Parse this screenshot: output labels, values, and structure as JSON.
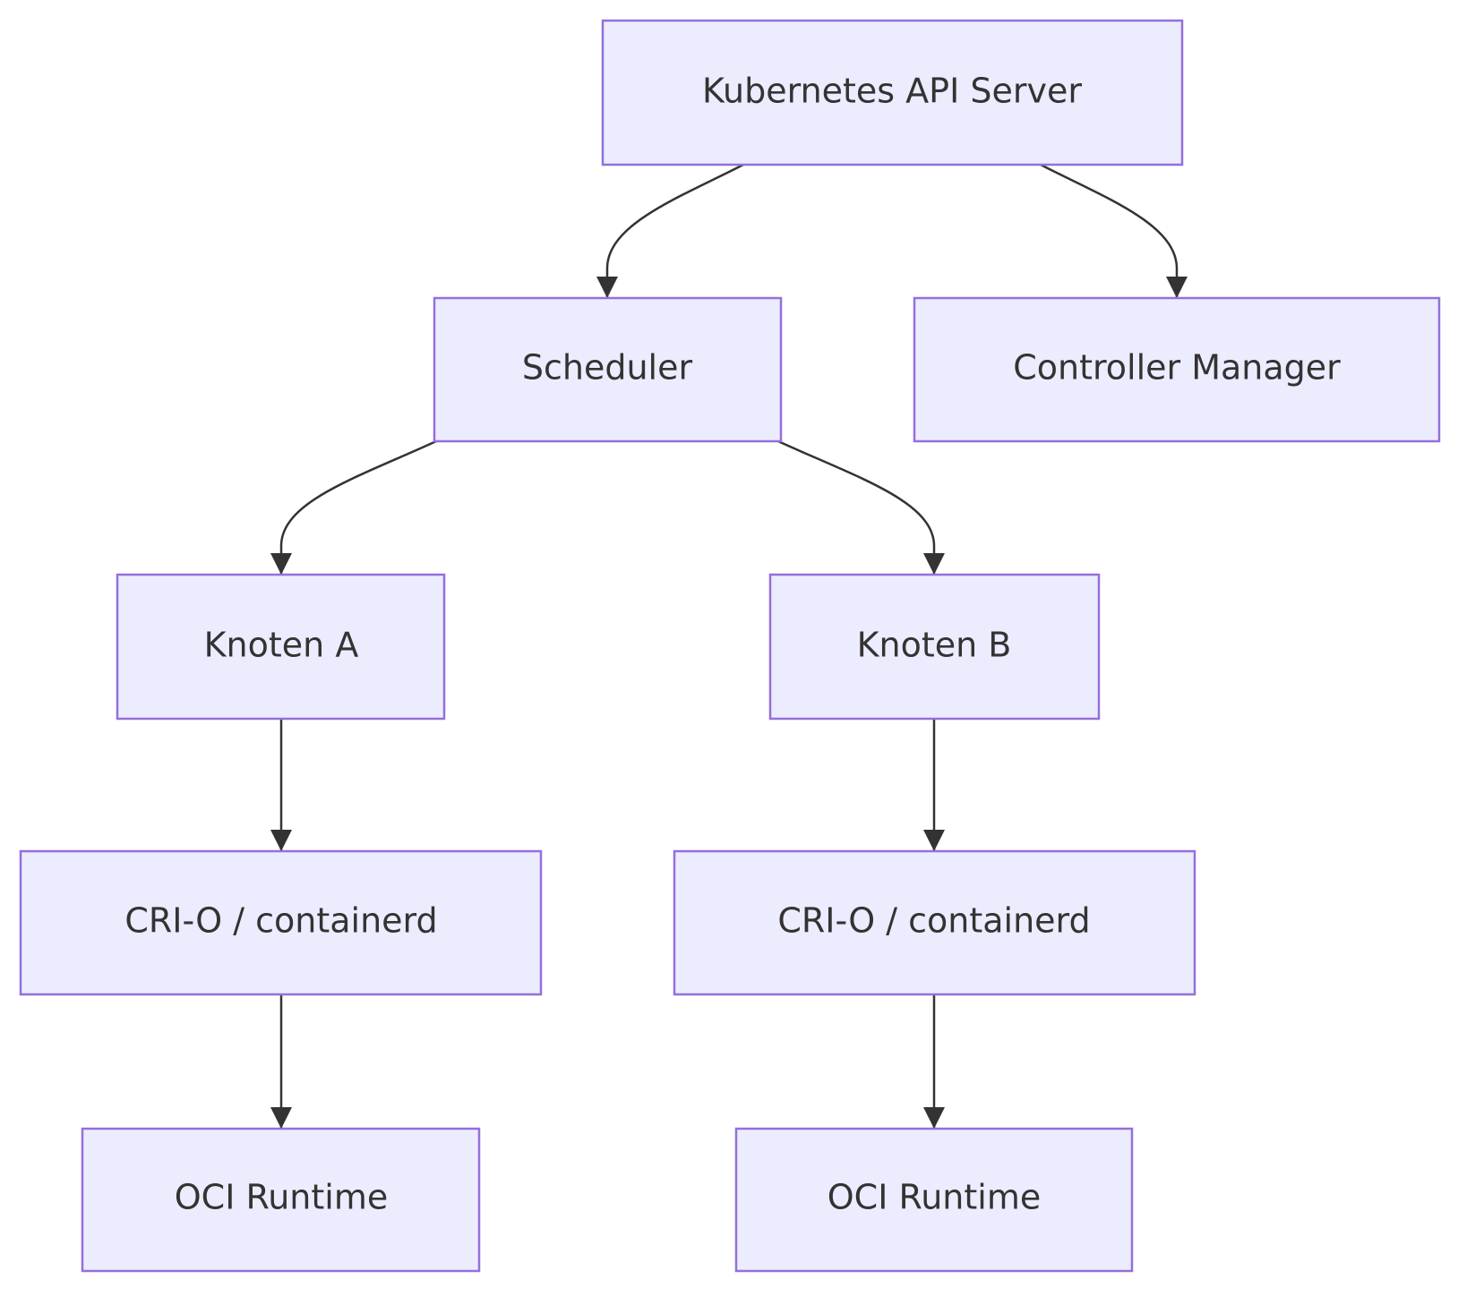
{
  "diagram": {
    "type": "flowchart",
    "direction": "top-down",
    "colors": {
      "node_fill": "#ECECFF",
      "node_border": "#9370DB",
      "text": "#333333",
      "edge": "#333333",
      "background": "#FFFFFF"
    },
    "nodes": [
      {
        "id": "api",
        "label": "Kubernetes API Server"
      },
      {
        "id": "sched",
        "label": "Scheduler"
      },
      {
        "id": "cm",
        "label": "Controller Manager"
      },
      {
        "id": "ka",
        "label": "Knoten A"
      },
      {
        "id": "kb",
        "label": "Knoten B"
      },
      {
        "id": "cria",
        "label": "CRI-O / containerd"
      },
      {
        "id": "crib",
        "label": "CRI-O / containerd"
      },
      {
        "id": "ocia",
        "label": "OCI Runtime"
      },
      {
        "id": "ocib",
        "label": "OCI Runtime"
      }
    ],
    "edges": [
      {
        "from": "api",
        "to": "sched"
      },
      {
        "from": "api",
        "to": "cm"
      },
      {
        "from": "sched",
        "to": "ka"
      },
      {
        "from": "sched",
        "to": "kb"
      },
      {
        "from": "ka",
        "to": "cria"
      },
      {
        "from": "kb",
        "to": "crib"
      },
      {
        "from": "cria",
        "to": "ocia"
      },
      {
        "from": "crib",
        "to": "ocib"
      }
    ]
  }
}
